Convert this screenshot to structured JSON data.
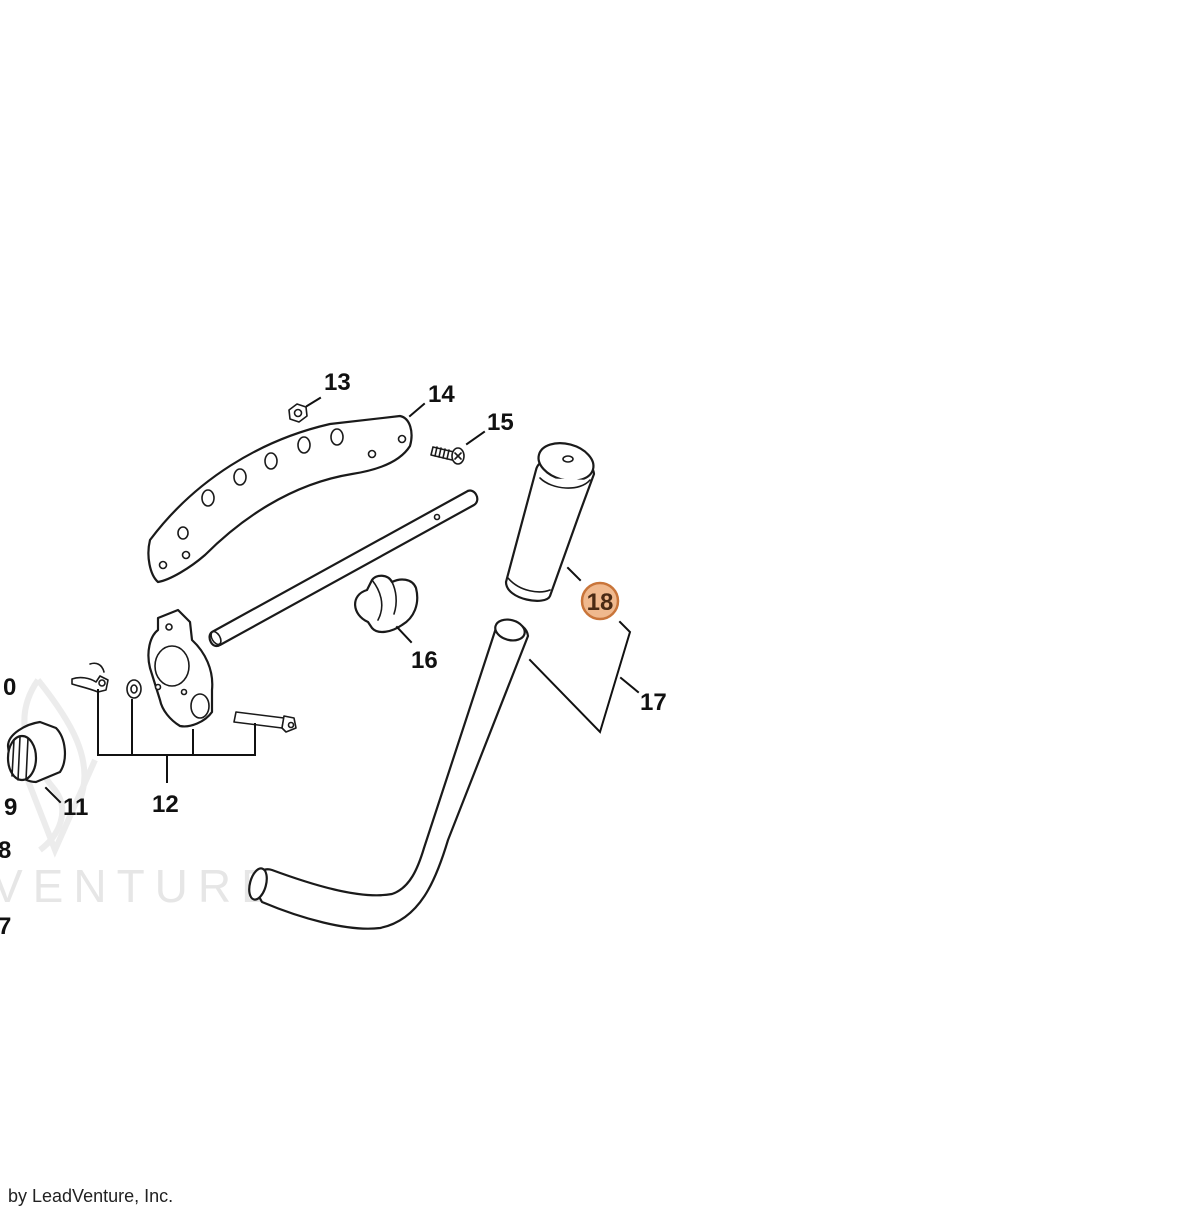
{
  "callouts": {
    "c10": "0",
    "c9": "9",
    "c8": "8",
    "c7": "7",
    "c11": "11",
    "c12": "12",
    "c13": "13",
    "c14": "14",
    "c15": "15",
    "c16": "16",
    "c17": "17",
    "c18": "18"
  },
  "highlighted_callout": "18",
  "highlight_color": "#f0b98e",
  "watermark_text": "VENTURE",
  "copyright": "by LeadVenture, Inc."
}
